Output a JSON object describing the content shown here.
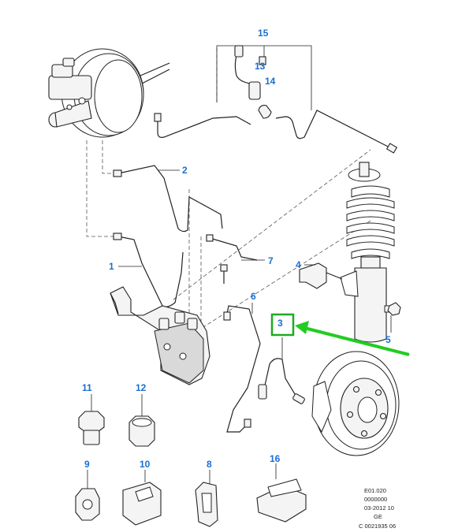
{
  "callouts": {
    "c1": "1",
    "c2": "2",
    "c3": "3",
    "c4": "4",
    "c5": "5",
    "c6": "6",
    "c7": "7",
    "c8": "8",
    "c9": "9",
    "c10": "10",
    "c11": "11",
    "c12": "12",
    "c13": "13",
    "c14": "14",
    "c15": "15",
    "c16": "16"
  },
  "reference_block": {
    "line1": "E01.020",
    "line2": "0000000",
    "line3": "03-2012 10",
    "line4": "GE",
    "line5": "C 0021935 06"
  },
  "highlight": {
    "box_color": "#1faa1f",
    "arrow_color": "#22cc22",
    "target_callout": "3"
  },
  "colors": {
    "callout_text": "#1a6fd1",
    "line_art": "#222222"
  }
}
